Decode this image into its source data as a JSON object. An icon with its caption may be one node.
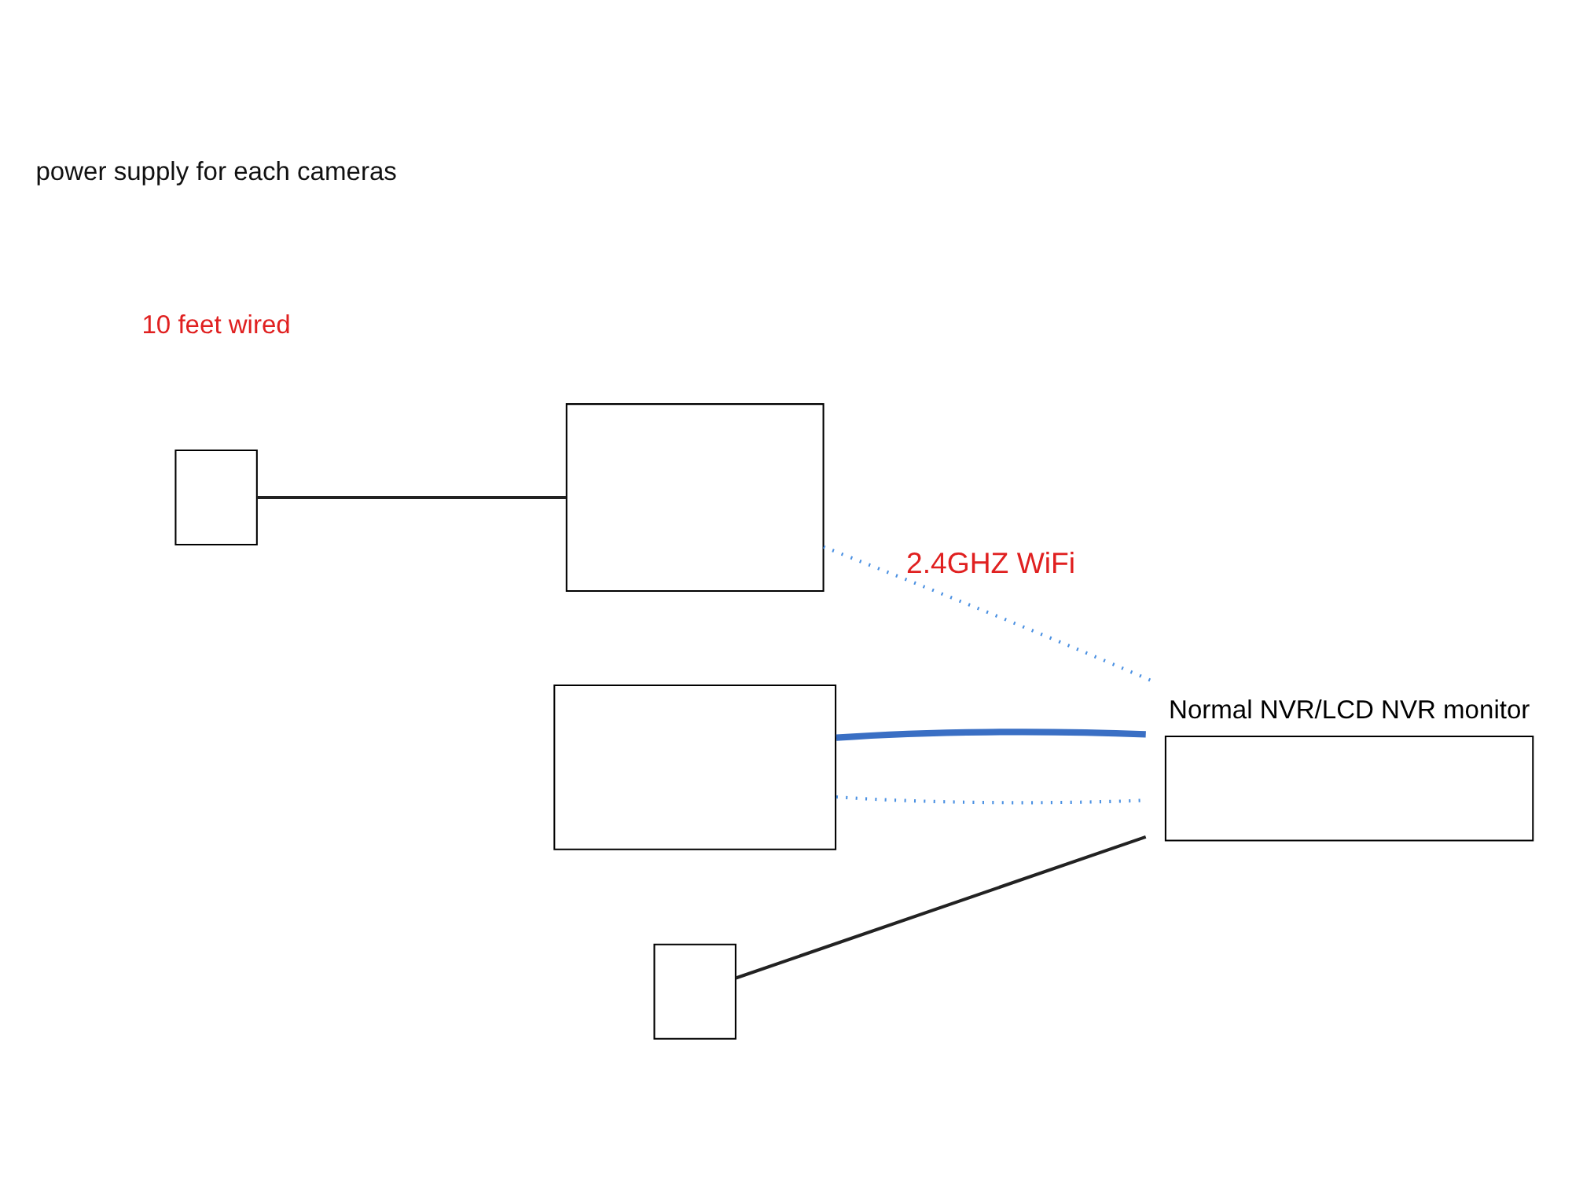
{
  "diagram": {
    "nodes": [
      {
        "text": [],
        "shape": "box"
      },
      {
        "text": [],
        "shape": "box"
      },
      {
        "text": [],
        "shape": "box"
      },
      {
        "text": [],
        "shape": "box",
        "beside": [
          "Normal NVR/LCD NVR monitor"
        ]
      },
      {
        "text": [],
        "shape": "box"
      }
    ],
    "edges": [
      {
        "from": 0,
        "to": 1,
        "arrow": "none"
      },
      {
        "from": 1,
        "to": 3,
        "arrow": "none",
        "label": "2.4GHZ WiFi",
        "style": "dashed",
        "color": "#4a90e2"
      },
      {
        "from": 2,
        "to": 3,
        "arrow": "none",
        "style": "dashed",
        "color": "#4a90e2"
      },
      {
        "from": 2,
        "to": 3,
        "arrow": "none",
        "style": "thick",
        "color": "#3a6fc4"
      },
      {
        "from": 4,
        "to": 3,
        "arrow": "none"
      }
    ],
    "labels": [
      "10 feet wired",
      "power supply for each cameras"
    ]
  }
}
